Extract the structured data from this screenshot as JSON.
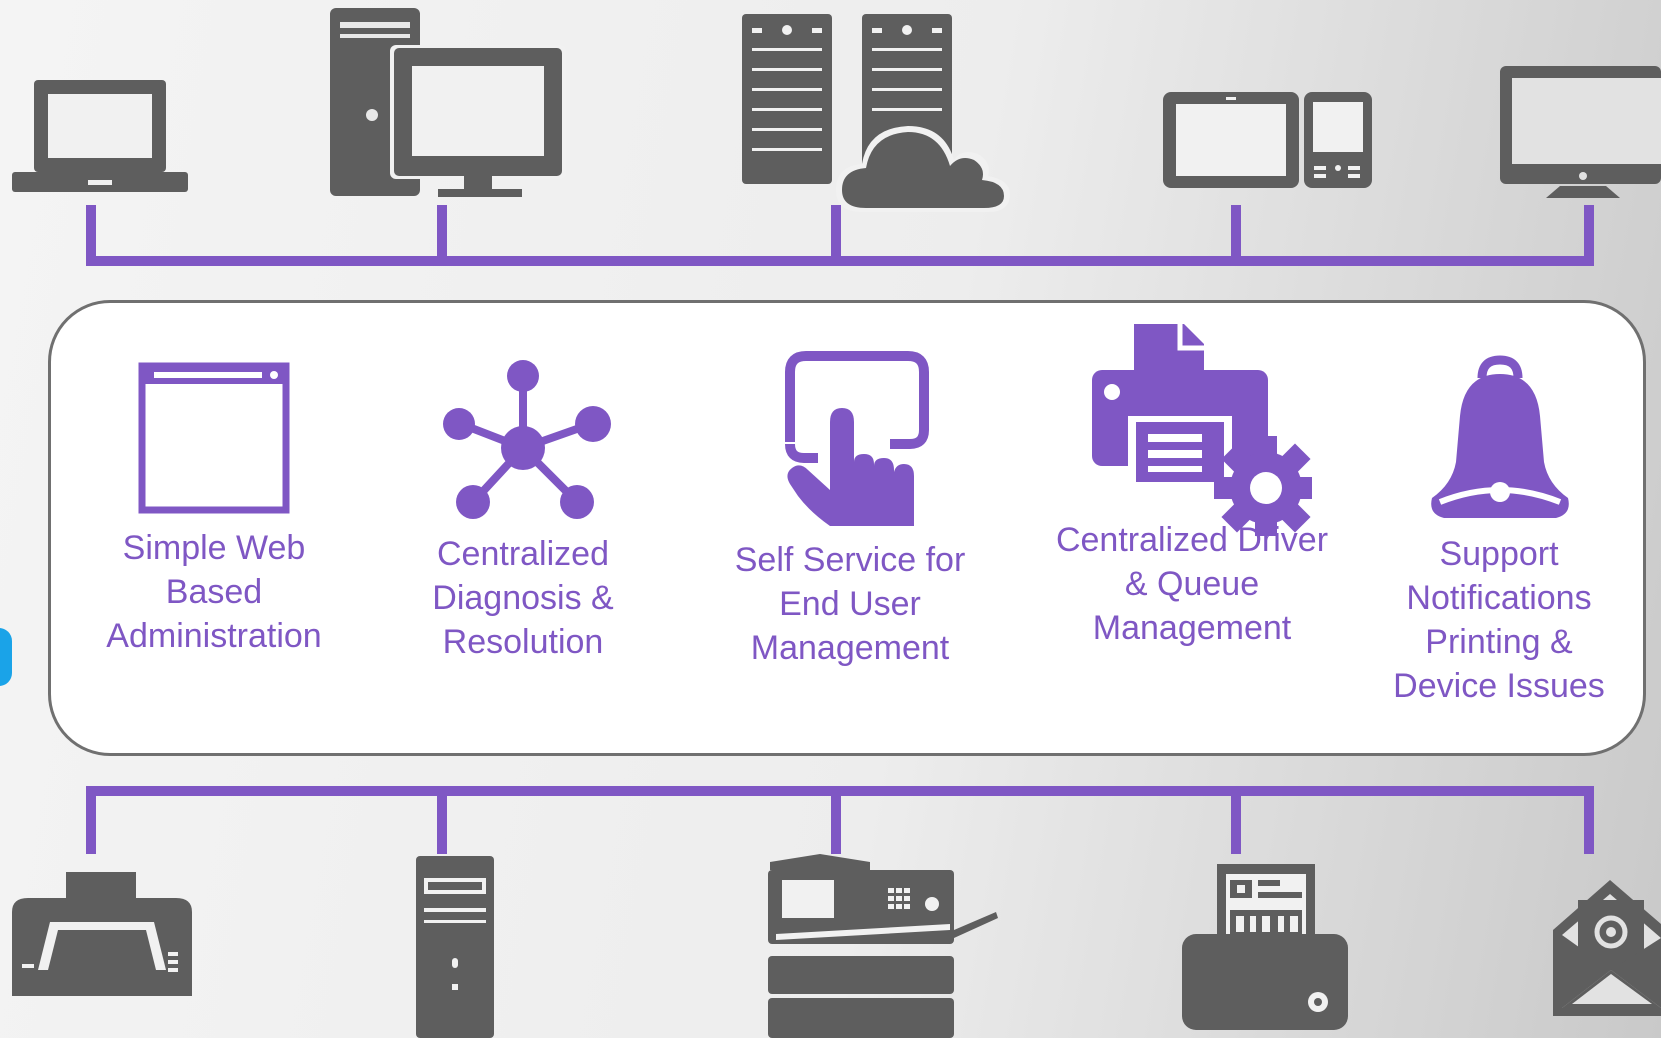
{
  "colors": {
    "accent": "#7f57c4",
    "device_gray": "#5e5e5e",
    "card_border": "#707070",
    "blue_marker": "#1aa3e8"
  },
  "top_devices": [
    "laptop-icon",
    "desktop-computer-icon",
    "servers-cloud-icon",
    "tablet-phone-icon",
    "monitor-icon"
  ],
  "bottom_devices": [
    "printer-icon",
    "tower-pc-icon",
    "multifunction-copier-icon",
    "fax-machine-icon",
    "email-icon"
  ],
  "features": [
    {
      "icon": "web-window-icon",
      "label": "Simple Web\nBased\nAdministration"
    },
    {
      "icon": "network-hub-icon",
      "label": "Centralized\nDiagnosis &\nResolution"
    },
    {
      "icon": "touch-hand-icon",
      "label": "Self Service for\nEnd User\nManagement"
    },
    {
      "icon": "printer-gear-icon",
      "label": "Centralized Driver\n& Queue\nManagement"
    },
    {
      "icon": "bell-icon",
      "label": "Support\nNotifications\nPrinting &\nDevice Issues"
    }
  ]
}
